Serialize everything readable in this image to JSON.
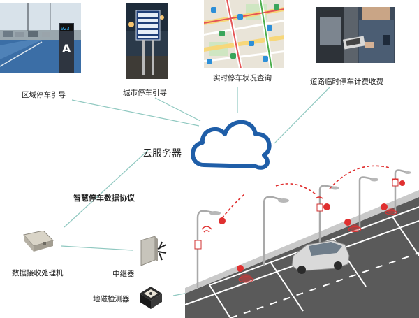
{
  "cloud": {
    "label": "云服务器",
    "color": "#1f5ea8"
  },
  "photos": [
    {
      "id": "area-guidance",
      "caption": "区域停车引导",
      "sign_text": "023",
      "sign_letter": "A"
    },
    {
      "id": "city-guidance",
      "caption": "城市停车引导"
    },
    {
      "id": "realtime-query",
      "caption": "实时停车状况查询"
    },
    {
      "id": "road-billing",
      "caption": "道路临时停车计费收费"
    }
  ],
  "devices": {
    "processor": "数据接收处理机",
    "repeater": "中继器",
    "detector": "地磁检测器"
  },
  "protocol_label": "智慧停车数据协议",
  "colors": {
    "connector": "#8fc8c0",
    "signal": "#e03030",
    "road": "#5a5a5a"
  }
}
